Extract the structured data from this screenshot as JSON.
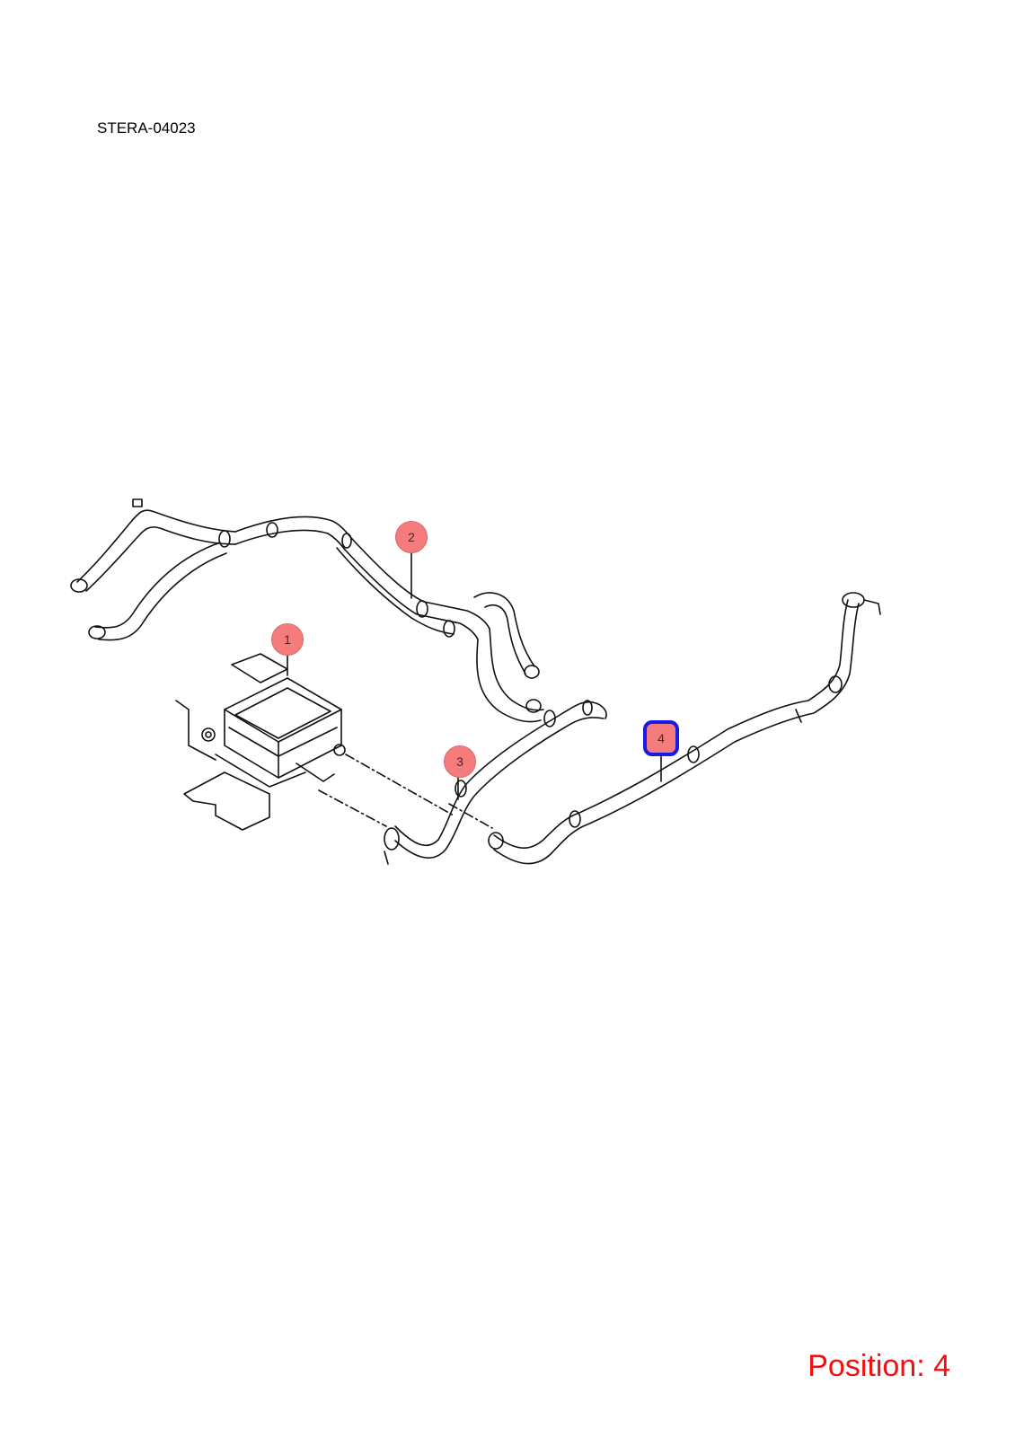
{
  "drawing_code": "STERA-04023",
  "callouts": [
    {
      "label": "1",
      "selected": false
    },
    {
      "label": "2",
      "selected": false
    },
    {
      "label": "3",
      "selected": false
    },
    {
      "label": "4",
      "selected": true
    }
  ],
  "position": {
    "text": "Position: 4"
  },
  "colors": {
    "callout_fill": "#f47c7c",
    "selected_border": "#1a1ae6",
    "position_text": "#ee1111"
  }
}
